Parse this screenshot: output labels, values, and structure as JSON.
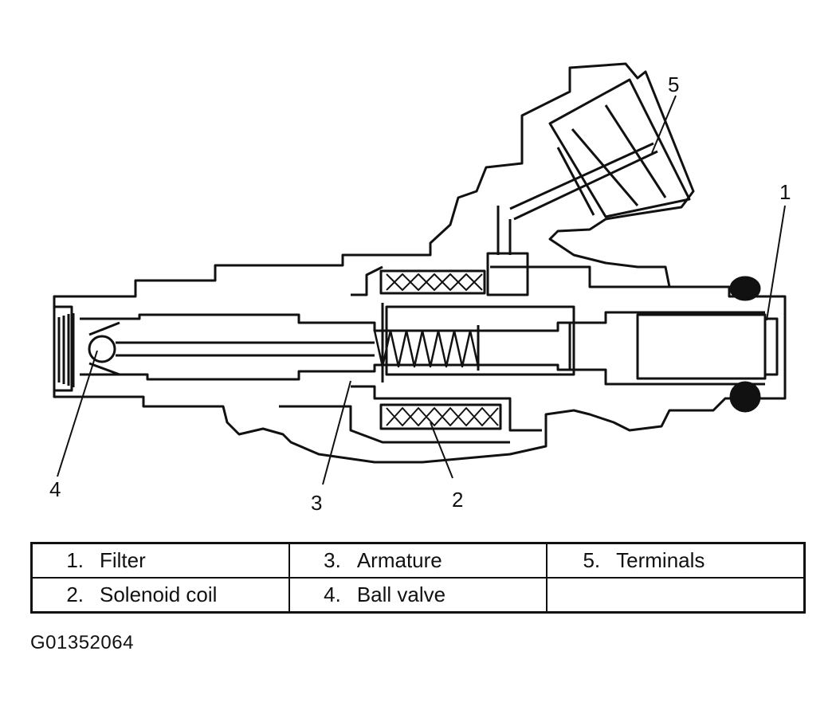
{
  "callouts": [
    {
      "id": "1",
      "text": "1"
    },
    {
      "id": "2",
      "text": "2"
    },
    {
      "id": "3",
      "text": "3"
    },
    {
      "id": "4",
      "text": "4"
    },
    {
      "id": "5",
      "text": "5"
    }
  ],
  "legend": {
    "rows": [
      [
        {
          "num": "1.",
          "label": "Filter"
        },
        {
          "num": "3.",
          "label": "Armature"
        },
        {
          "num": "5.",
          "label": "Terminals"
        }
      ],
      [
        {
          "num": "2.",
          "label": "Solenoid coil"
        },
        {
          "num": "4.",
          "label": "Ball valve"
        },
        {
          "num": "",
          "label": ""
        }
      ]
    ]
  },
  "figure_id": "G01352064",
  "colors": {
    "ink": "#111111",
    "paper": "#ffffff"
  }
}
